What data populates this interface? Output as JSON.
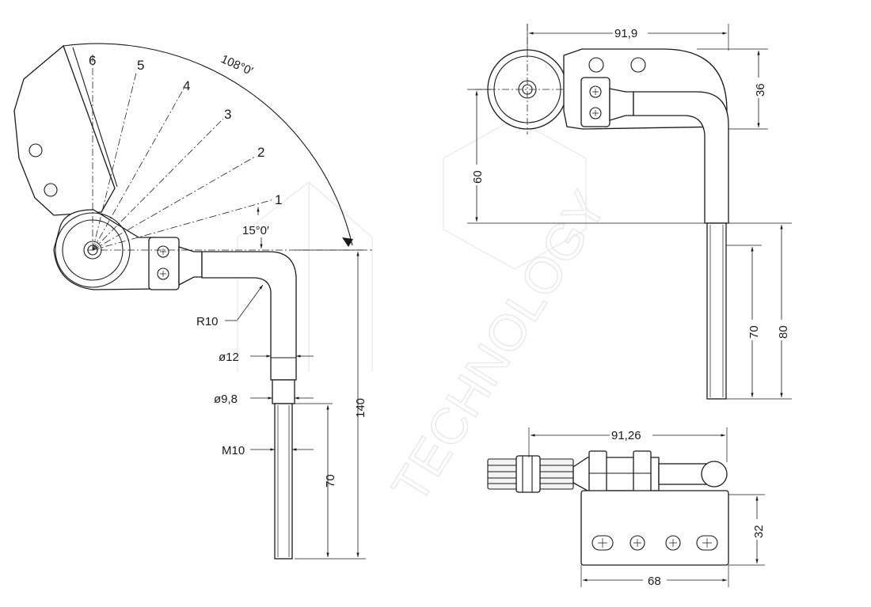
{
  "watermark": "TECHNOLOGY",
  "left_view": {
    "positions": [
      "1",
      "2",
      "3",
      "4",
      "5",
      "6"
    ],
    "angle_total": "108°0′",
    "angle_step": "15°0′",
    "dims": {
      "radius": "R10",
      "dia_tube": "ø12",
      "dia_shaft": "ø9,8",
      "thread": "M10",
      "thread_len": "70",
      "total_len": "140"
    }
  },
  "top_right_view": {
    "dims": {
      "width": "91,9",
      "height_top": "36",
      "height_left": "60",
      "thread_len": "70",
      "shaft_len": "80"
    }
  },
  "bottom_right_view": {
    "dims": {
      "width": "91,26",
      "plate_h": "32",
      "plate_w": "68"
    }
  }
}
